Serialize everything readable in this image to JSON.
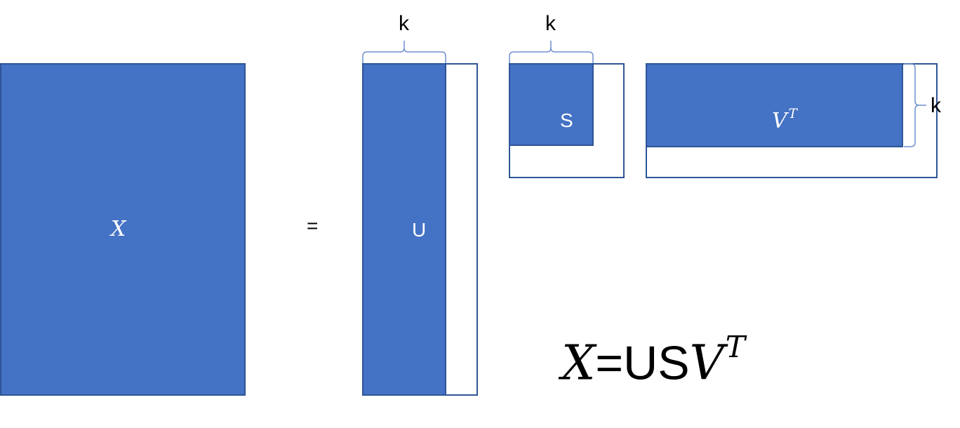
{
  "matrices": {
    "x": {
      "label": "X"
    },
    "u": {
      "label": "U"
    },
    "s": {
      "label": "S"
    },
    "vt": {
      "label": "V",
      "sup": "T"
    }
  },
  "equals_sign": "=",
  "braces": {
    "u_width": "k",
    "s_width": "k",
    "vt_height": "k"
  },
  "formula": {
    "x": "X",
    "eq": "=",
    "u": "U",
    "s": "S",
    "v": "V",
    "sup": "T"
  },
  "colors": {
    "fill": "#4472c4",
    "border": "#2f5597",
    "brace": "#6f8fcf"
  }
}
